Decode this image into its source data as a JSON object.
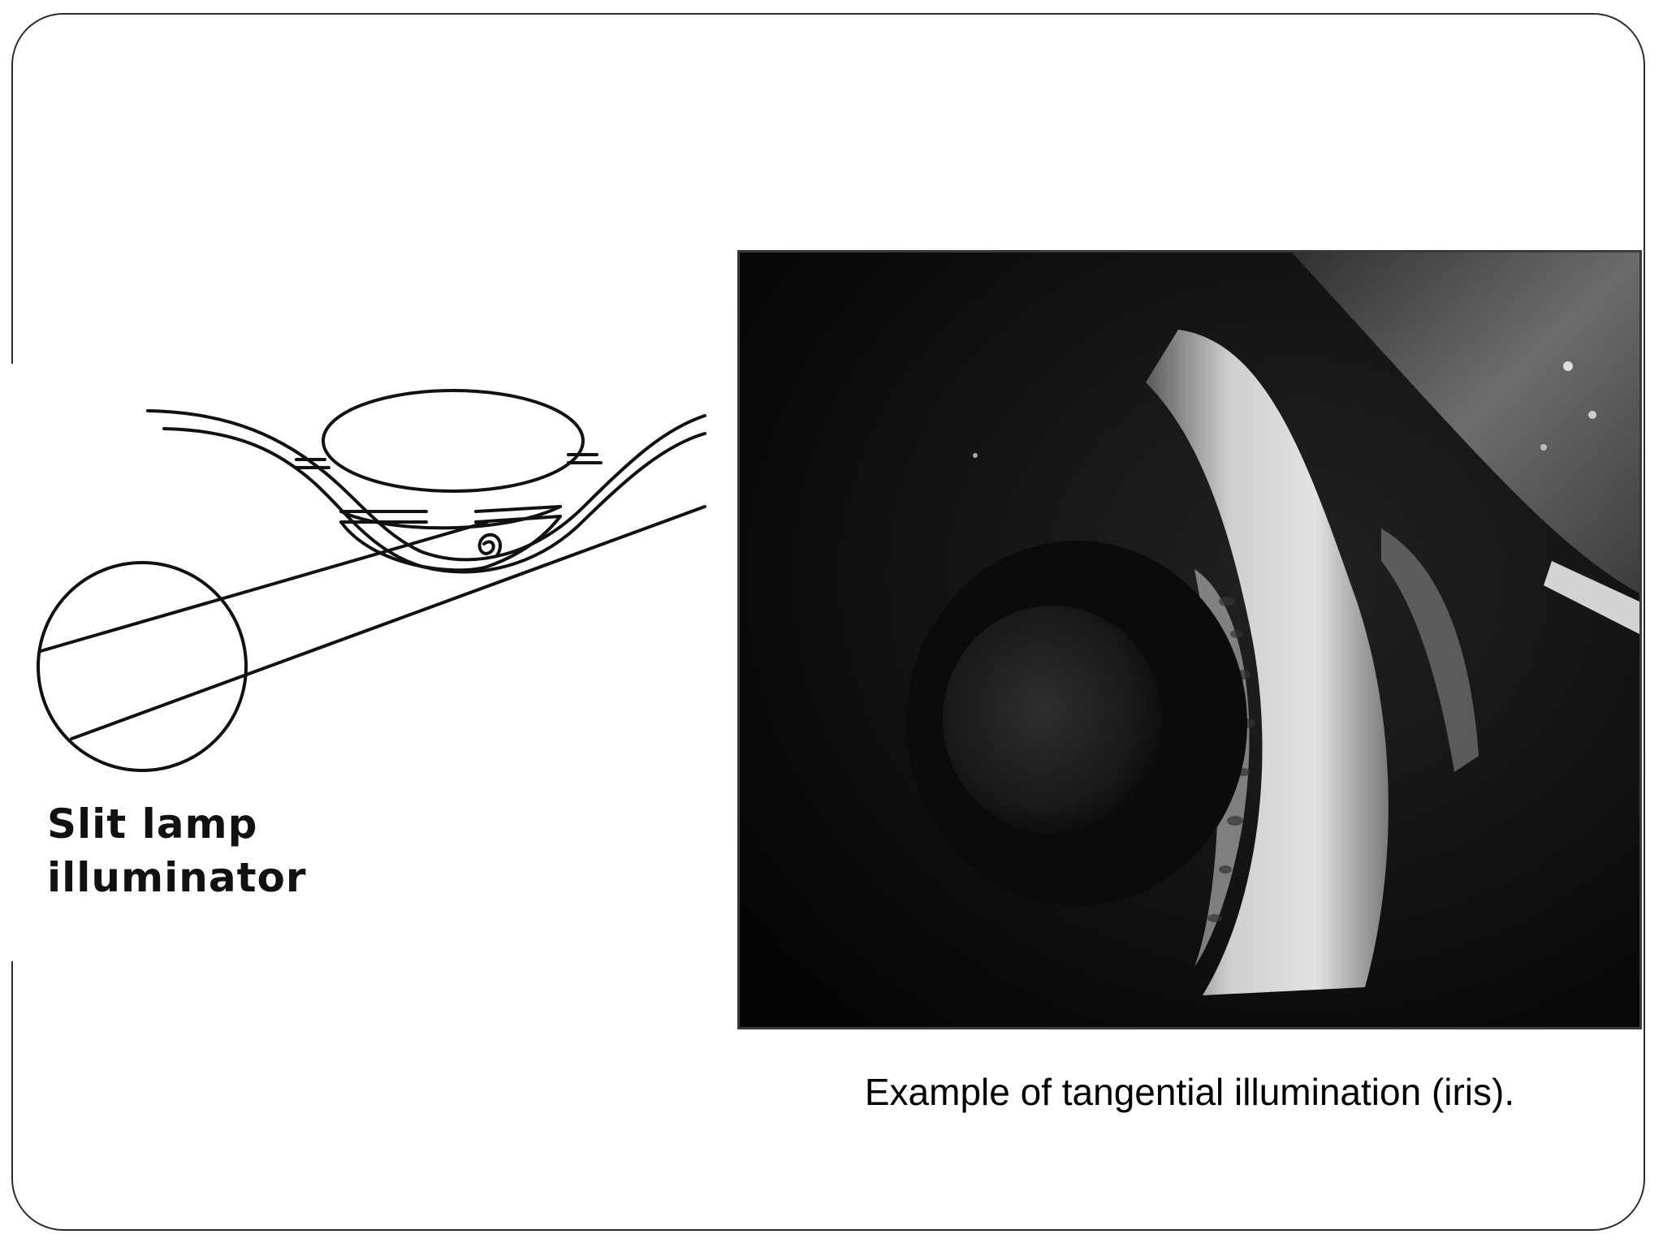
{
  "diagram": {
    "label_line1": "Slit lamp",
    "label_line2": "illuminator",
    "icon": "slit-lamp-tangential-diagram"
  },
  "photo": {
    "subject": "eye-iris-photo"
  },
  "caption": "Example of tangential illumination (iris).",
  "colors": {
    "frame": "#2b2b2b",
    "photo_background": "#0b0b0b",
    "iris_highlight": "#d8d8d8"
  }
}
